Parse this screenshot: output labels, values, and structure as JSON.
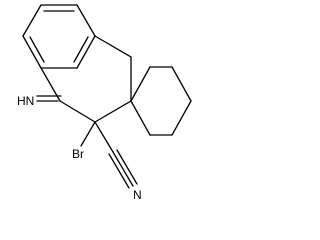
{
  "structure": {
    "atoms": {
      "imine": "HN",
      "bromo": "Br",
      "nitrile_n": "N"
    }
  },
  "colors": {
    "bond": "#000000",
    "background": "#ffffff"
  }
}
